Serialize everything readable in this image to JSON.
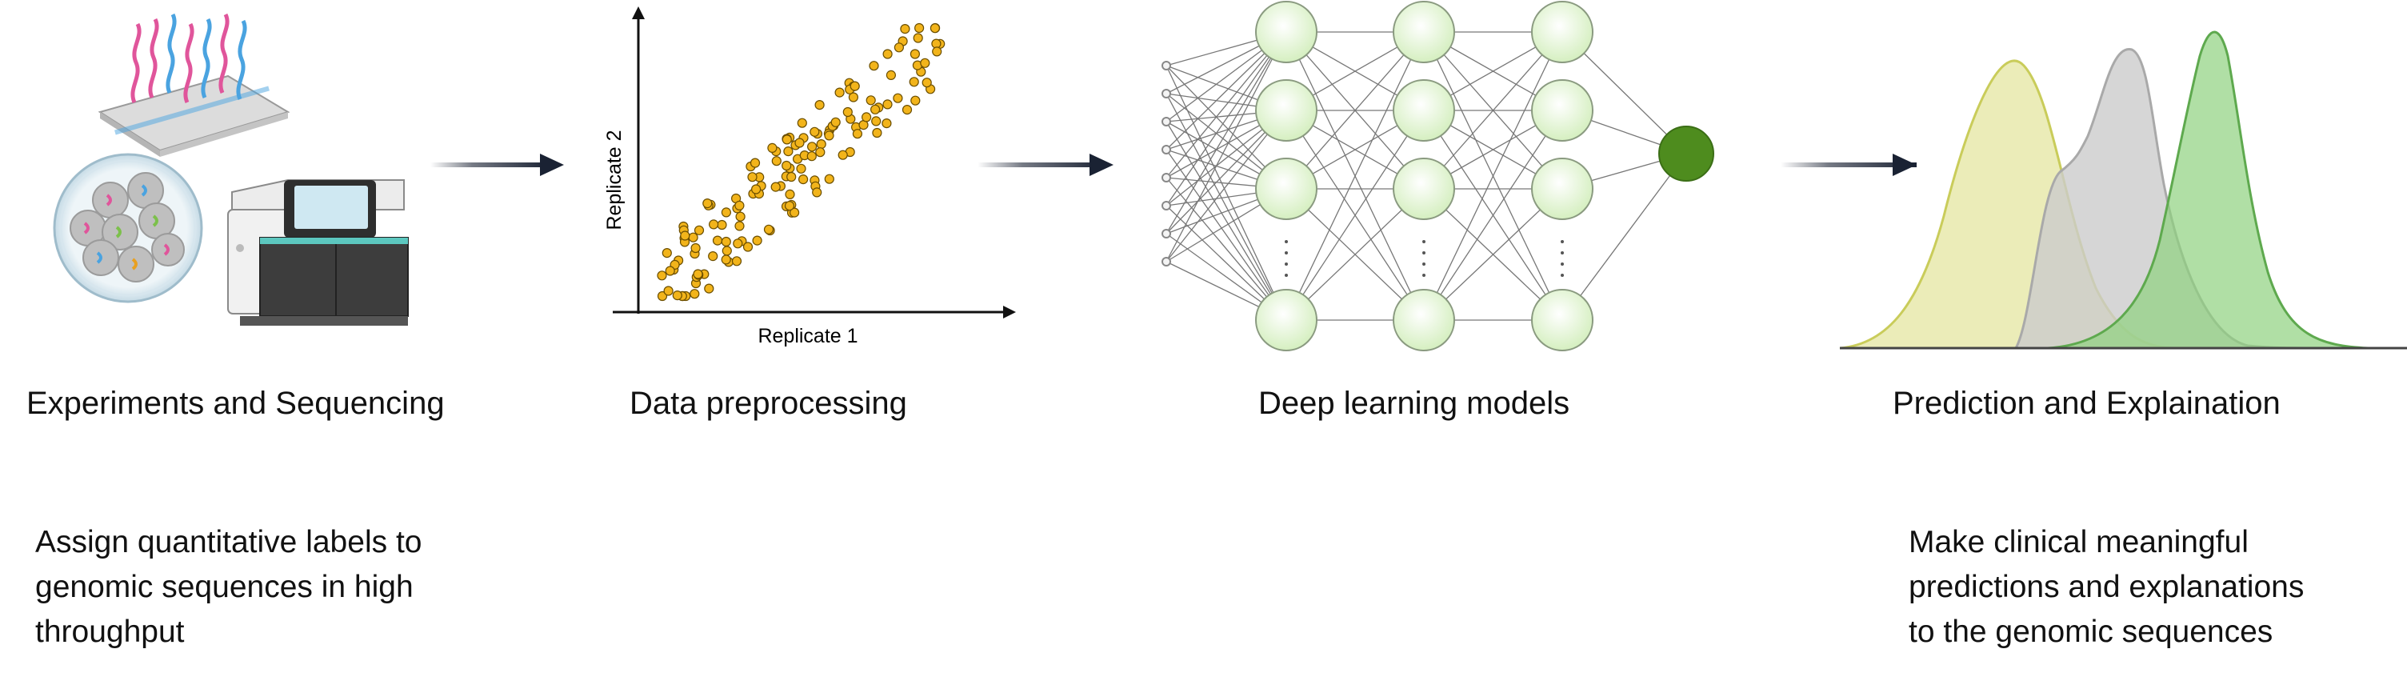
{
  "stages": [
    {
      "title": "Experiments and Sequencing",
      "description_lines": [
        "Assign quantitative labels to",
        "genomic sequences in high",
        "throughput"
      ]
    },
    {
      "title": "Data preprocessing"
    },
    {
      "title": "Deep learning models"
    },
    {
      "title": "Prediction and Explaination",
      "description_lines": [
        "Make clinical meaningful",
        "predictions and explanations",
        "to the genomic sequences"
      ]
    }
  ],
  "scatter": {
    "xlabel": "Replicate 1",
    "ylabel": "Replicate 2",
    "point_color": "#f2b41b"
  },
  "network": {
    "input_nodes": 8,
    "hidden_layers": 3,
    "nodes_per_hidden_layer_shown": 4,
    "hidden_node_color": "#e4f5d6",
    "output_node_color": "#4e8c1e"
  },
  "density_colors": [
    "#e4e6a0",
    "#cfcfcf",
    "#8fd17f"
  ],
  "arrow_color": "#1a2233"
}
